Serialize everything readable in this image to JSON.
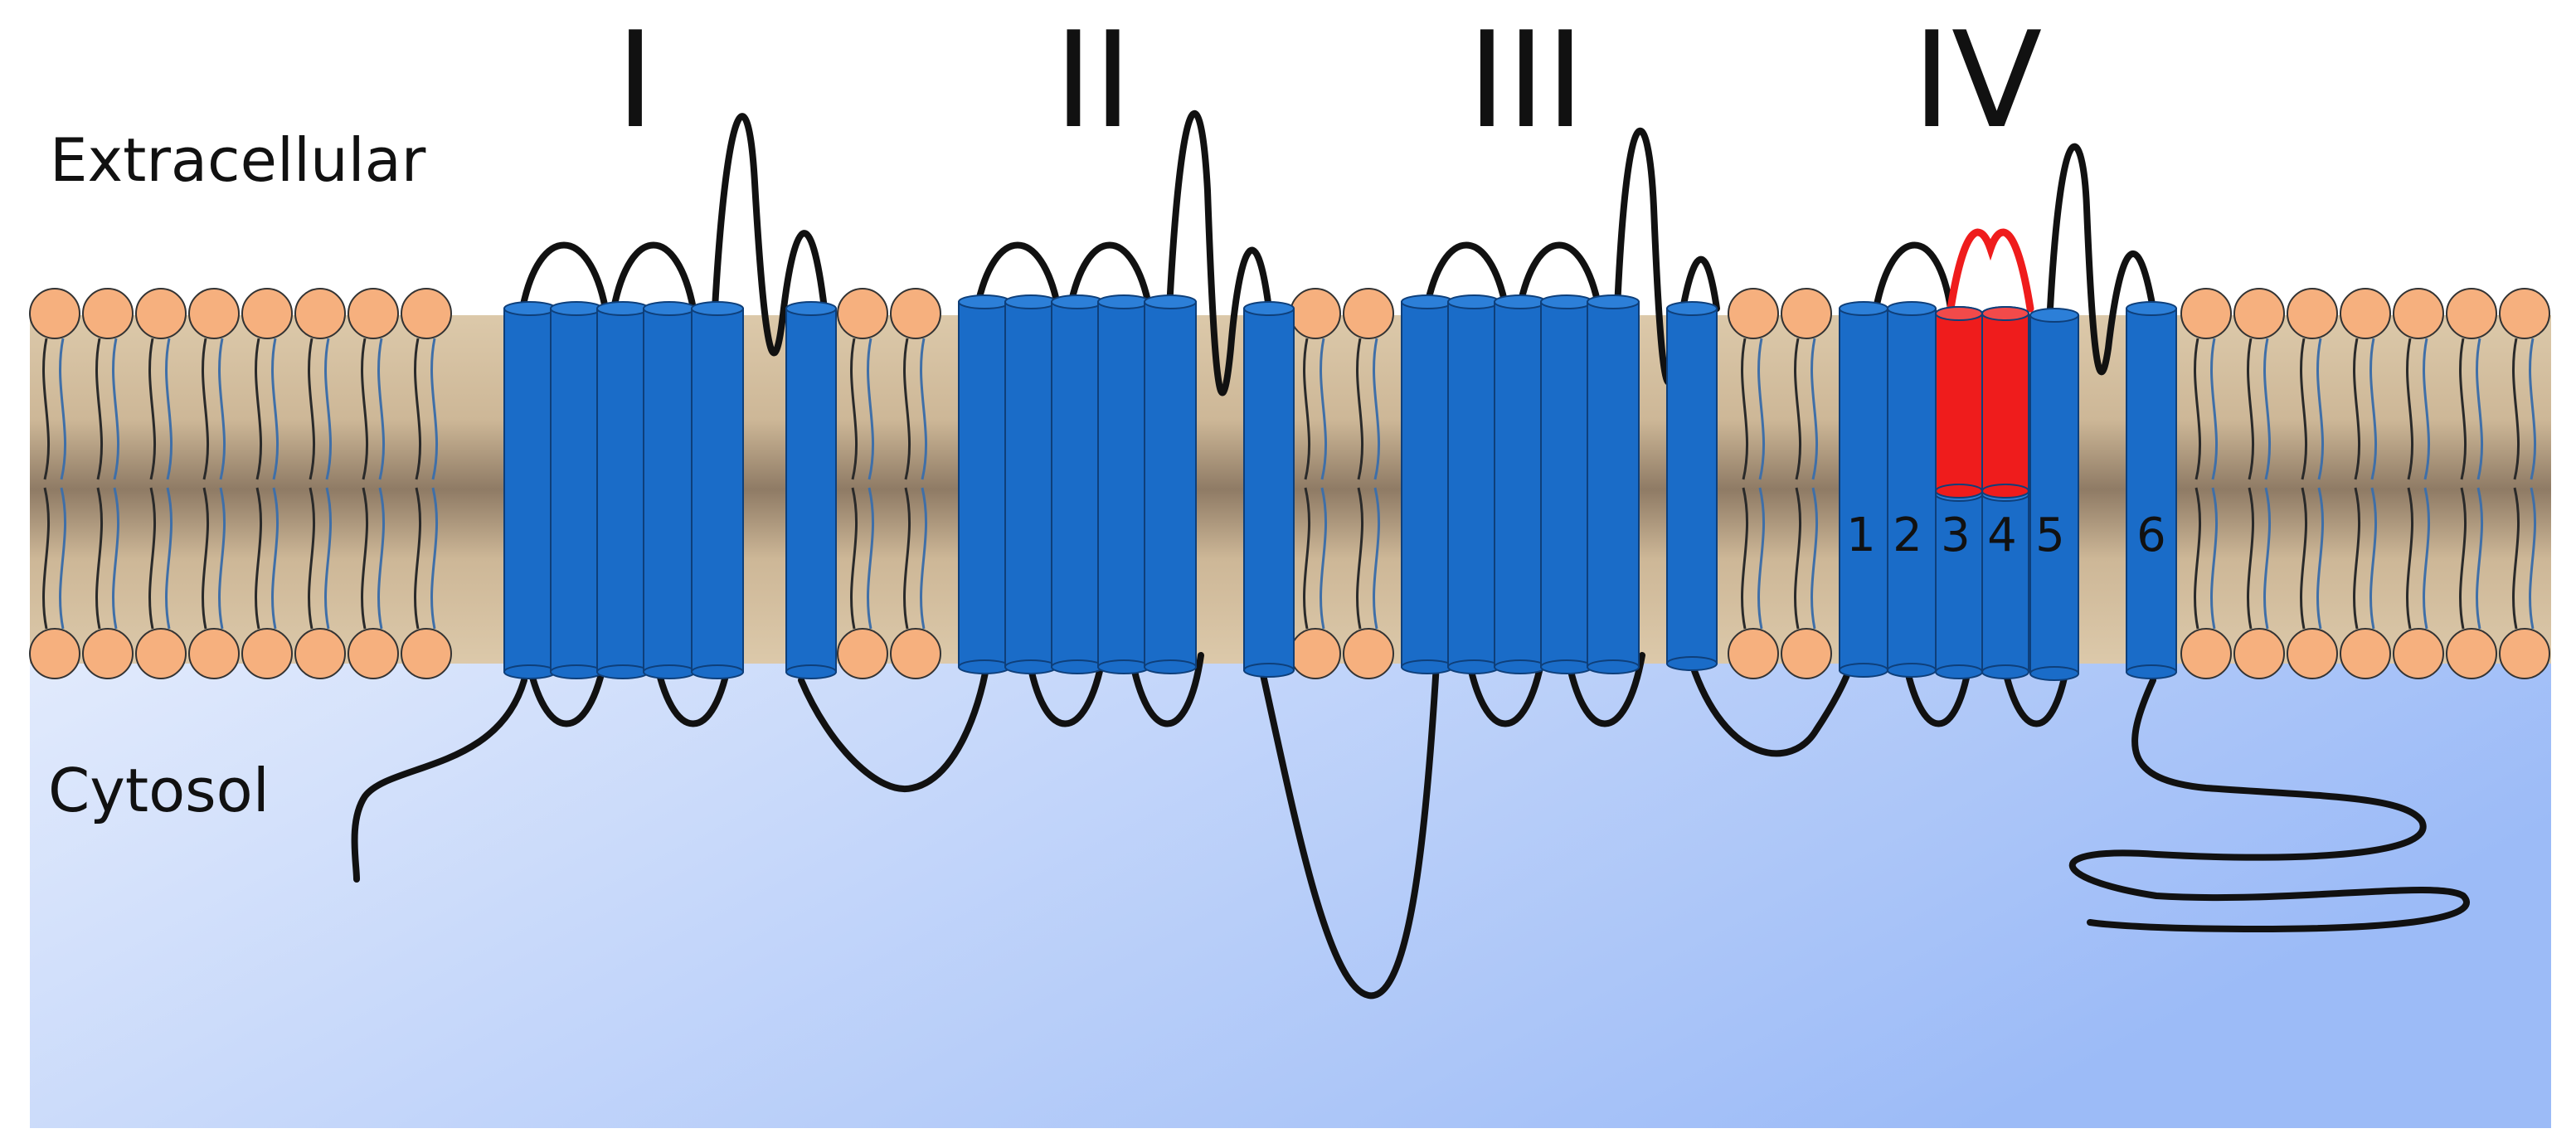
{
  "labels": {
    "extracellular": "Extracellular",
    "cytosol": "Cytosol"
  },
  "domains": [
    {
      "numeral": "I"
    },
    {
      "numeral": "II"
    },
    {
      "numeral": "III"
    },
    {
      "numeral": "IV"
    }
  ],
  "segments": [
    "1",
    "2",
    "3",
    "4",
    "5",
    "6"
  ],
  "colors": {
    "helix": "#1A6CC8",
    "helix_highlight": "#EF1C1C",
    "lipid_head": "#F6B07E",
    "membrane_band": "#D9C4A3",
    "membrane_core": "#8E7A64",
    "cytosol_light": "#DCE7FB",
    "cytosol_dark": "#9EBDF8",
    "loop": "#111111"
  },
  "icons": {
    "helix": "cylinder-helix-icon",
    "lipid": "phospholipid-icon"
  }
}
